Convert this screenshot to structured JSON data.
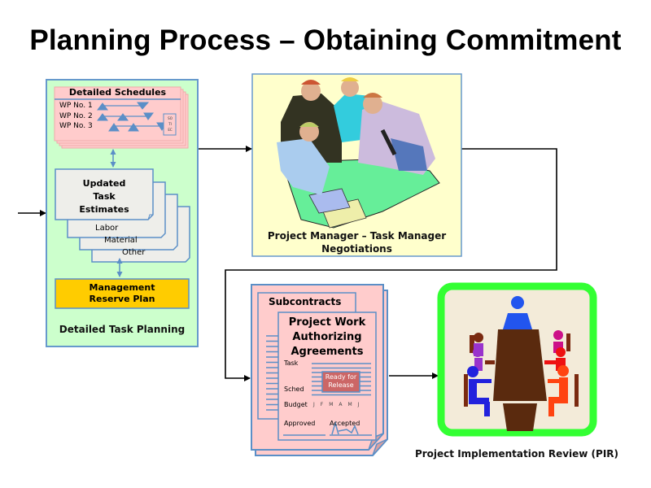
{
  "title": "Planning Process – Obtaining Commitment",
  "detailed_task_planning": {
    "caption": "Detailed Task Planning",
    "schedules": {
      "header": "Detailed Schedules",
      "rows": [
        "WP No. 1",
        "WP No. 2",
        "WP No. 3"
      ],
      "mini_box_text": [
        "SO",
        "TI",
        "EC"
      ]
    },
    "estimates": {
      "header_lines": [
        "Updated",
        "Task",
        "Estimates"
      ],
      "layers": [
        "Labor",
        "Material",
        "Other"
      ]
    },
    "reserve_plan": {
      "lines": [
        "Management",
        "Reserve Plan"
      ],
      "color": "#ffcc00"
    },
    "panel_color": "#ccffcc",
    "border_color": "#6699cc"
  },
  "negotiations": {
    "caption_lines": [
      "Project Manager – Task Manager",
      "Negotiations"
    ],
    "image": "meeting-negotiation-illustration",
    "panel_color": "#ffffcc"
  },
  "agreements": {
    "back_doc_title": "Subcontracts",
    "front_doc_title_lines": [
      "Project Work",
      "Authorizing",
      "Agreements"
    ],
    "fields": {
      "task": "Task",
      "sched": "Sched",
      "budget": "Budget",
      "approved": "Approved",
      "accepted": "Accepted"
    },
    "months": [
      "J",
      "F",
      "M",
      "A",
      "M",
      "J"
    ],
    "stamp_lines": [
      "Ready for",
      "Release"
    ],
    "stamp_color": "#cc6666",
    "doc_color": "#ffcccc"
  },
  "review": {
    "caption": "Project Implementation Review (PIR)",
    "image": "conference-table-meeting-illustration",
    "frame_color": "#33ff33",
    "bg_color": "#f3ebd9"
  }
}
